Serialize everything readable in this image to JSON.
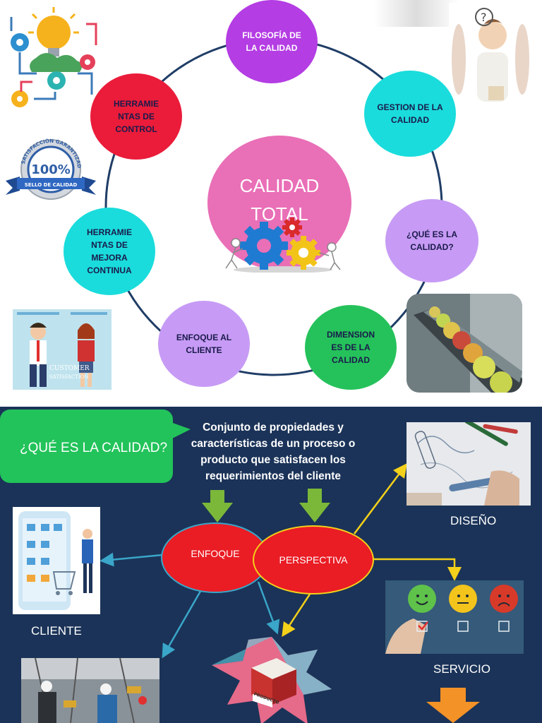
{
  "top_section": {
    "center": {
      "line1": "CALIDAD",
      "line2": "TOTAL"
    },
    "nodes": [
      {
        "id": "filosofia",
        "text": "FILOSOFÍA DE LA CALIDAD",
        "color": "#b43de3",
        "text_color": "#ffffff"
      },
      {
        "id": "gestion",
        "text": "GESTION DE LA CALIDAD",
        "color": "#1adcdc",
        "text_color": "#1a1a4a"
      },
      {
        "id": "que-es",
        "text": "¿QUÉ ES LA CALIDAD?",
        "color": "#c79bf5",
        "text_color": "#1a1a4a"
      },
      {
        "id": "dimensiones",
        "text": "DIMENSION ES DE LA CALIDAD",
        "color": "#25c25b",
        "text_color": "#1a1a4a"
      },
      {
        "id": "enfoque-cliente",
        "text": "ENFOQUE AL CLIENTE",
        "color": "#c79bf5",
        "text_color": "#1a1a4a"
      },
      {
        "id": "herramientas-mejora",
        "text": "HERRAMIE NTAS DE MEJORA CONTINUA",
        "color": "#1adcdc",
        "text_color": "#1a1a4a"
      },
      {
        "id": "herramientas-control",
        "text": "HERRAMIE NTAS DE CONTROL",
        "color": "#ea1c3a",
        "text_color": "#1a1a4a"
      }
    ],
    "badge": {
      "top_text": "SATISFACCIÓN GARANTIZADA",
      "big_text": "100%",
      "ribbon_text": "SELLO DE CALIDAD"
    },
    "customer_card": {
      "line1": "CUSTOMER",
      "line2": "SATISFACTION"
    }
  },
  "bottom_section": {
    "callout": "¿QUÉ ES LA CALIDAD?",
    "definition": "Conjunto de propiedades y características de un proceso o producto que satisfacen los requerimientos del cliente",
    "enfoque": "ENFOQUE",
    "perspectiva": "PERSPECTIVA",
    "labels": {
      "diseno": "DISEÑO",
      "cliente": "CLIENTE",
      "servicio": "SERVICIO"
    },
    "product_label": "PRODUCTO"
  },
  "colors": {
    "bottom_bg": "#1b3358",
    "ring": "#1f3d66",
    "ellipse": "#ea1c24",
    "arrow_green": "#7bb83a",
    "arrow_yellow": "#f4d11a",
    "arrow_blue": "#3aa6c9"
  }
}
